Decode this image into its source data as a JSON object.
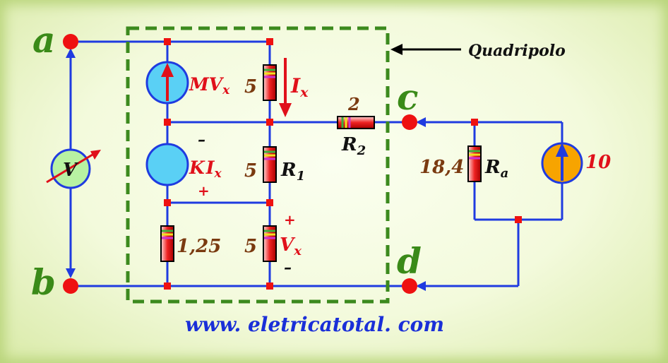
{
  "terminals": {
    "a": "a",
    "b": "b",
    "c": "c",
    "d": "d"
  },
  "block_label": "Quadripolo",
  "sources": {
    "dependent_voltage": "MV",
    "dependent_voltage_sub": "x",
    "dependent_current_K": "K",
    "dependent_current_I": "I",
    "dependent_current_sub": "x",
    "independent_value": "10"
  },
  "resistors": {
    "top_middle": "5",
    "middle_middle": "5",
    "r1_name": "R",
    "r1_sub": "1",
    "bottom_left": "1,25",
    "bottom_middle": "5",
    "r2_value": "2",
    "r2_name": "R",
    "r2_sub": "2",
    "ra_value": "18,4",
    "ra_name": "R",
    "ra_sub": "a"
  },
  "quantities": {
    "ix_name": "I",
    "ix_sub": "x",
    "vx_name": "V",
    "vx_sub": "x"
  },
  "signs": {
    "plus": "+",
    "minus": "–"
  },
  "voltmeter": "V",
  "website": "www. eletricatotal. com",
  "colors": {
    "wire": "#1f3be0",
    "node": "#ee1111",
    "frame_green": "#3c8a1e",
    "label_green": "#3a8a18",
    "label_red": "#e0101a",
    "label_brown": "#7a3a10",
    "label_blue": "#1a2fd8",
    "source_blue": "#5ad0f5",
    "source_orange": "#f7a400"
  }
}
